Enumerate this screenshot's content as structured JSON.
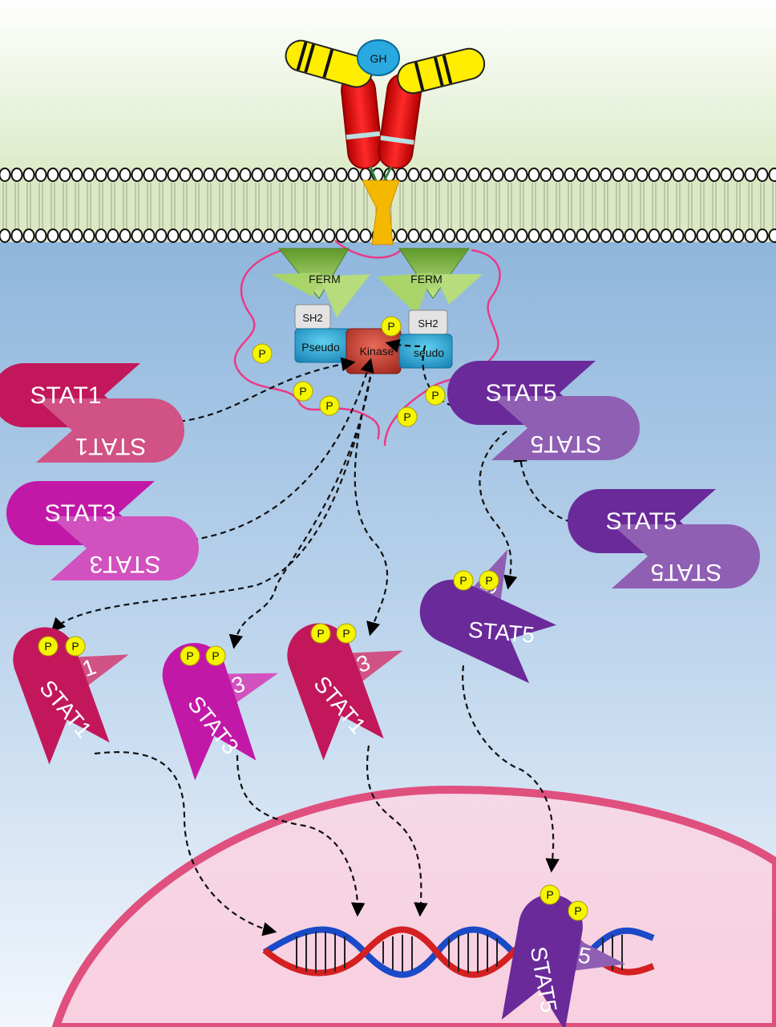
{
  "labels": {
    "gh": "GH",
    "ferm": "FERM",
    "sh2": "SH2",
    "pseudo": "Pseudo",
    "pseudo_clipped": "seudo",
    "kinase": "Kinase",
    "p": "P",
    "stat1": "STAT1",
    "stat3": "STAT3",
    "stat5": "STAT5",
    "stat1_partial": "1",
    "stat3_partial": "3",
    "stat5_partial": "5"
  },
  "colors": {
    "stat1": "#c2185b",
    "stat3": "#c218a8",
    "stat5": "#6a2a9a",
    "cytoplasm_top": "#93b9de",
    "nucleus_edge": "#e0507f",
    "phosphate": "#f5f500",
    "jak_kinase": "#d84a3a",
    "jak_pseudo": "#2aa9d6",
    "ferm": "#8cc63f",
    "receptor": "#e01a1a",
    "gh_ligand": "#ffee00"
  }
}
